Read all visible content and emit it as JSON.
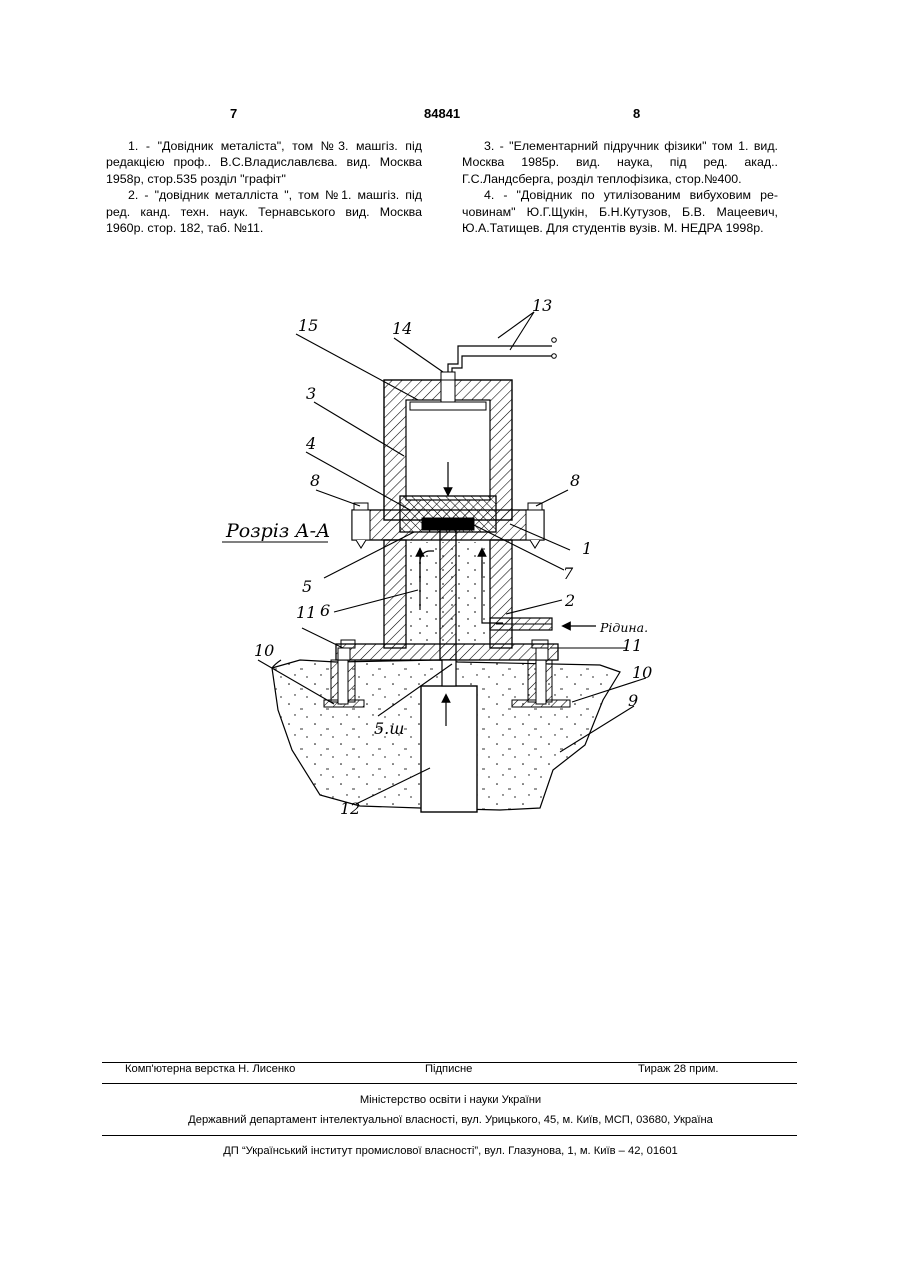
{
  "header": {
    "page_left": "7",
    "patent_number": "84841",
    "page_right": "8"
  },
  "references": {
    "left": [
      "1. - \"Довідник металіста\", том №3. машгіз. під редакцією проф.. В.С.Владиславлєва. вид. Москва 1958р, стор.535 розділ \"графіт\"",
      "2. - \"довідник металліста \", том №1. машгіз. під ред. канд. техн. наук. Тернавського вид. Москва 1960р. стор. 182, таб. №11."
    ],
    "right": [
      "3. - \"Елементарний підручник фізики\" том 1. вид. Москва 1985р. вид. наука, під ред. акад.. Г.С.Ландсберга, розділ теплофізика, стор.№400.",
      "4. - \"Довідник по утилізованим вибуховим ре-човинам\" Ю.Г.Щукін, Б.Н.Кутузов, Б.В. Мацеевич, Ю.А.Татищев. Для студентів вузів. М. НЕДРА 1998р."
    ]
  },
  "drawing": {
    "section_label": "Розріз А-А",
    "liquid_label": "Рідина.",
    "callouts": [
      "15",
      "14",
      "13",
      "3",
      "4",
      "8",
      "8",
      "1",
      "5",
      "7",
      "6",
      "2",
      "11",
      "11",
      "10",
      "10",
      "9",
      "5.ш",
      "12"
    ]
  },
  "imprint": {
    "layout": "Комп'ютерна верстка Н. Лисенко",
    "signed": "Підписне",
    "circulation": "Тираж 28 прим.",
    "ministry": "Міністерство освіти і науки України",
    "department": "Державний департамент інтелектуальної власності, вул. Урицького, 45, м. Київ, МСП, 03680, Україна",
    "institute": "ДП “Український інститут промислової власності”, вул. Глазунова, 1, м. Київ – 42, 01601"
  }
}
